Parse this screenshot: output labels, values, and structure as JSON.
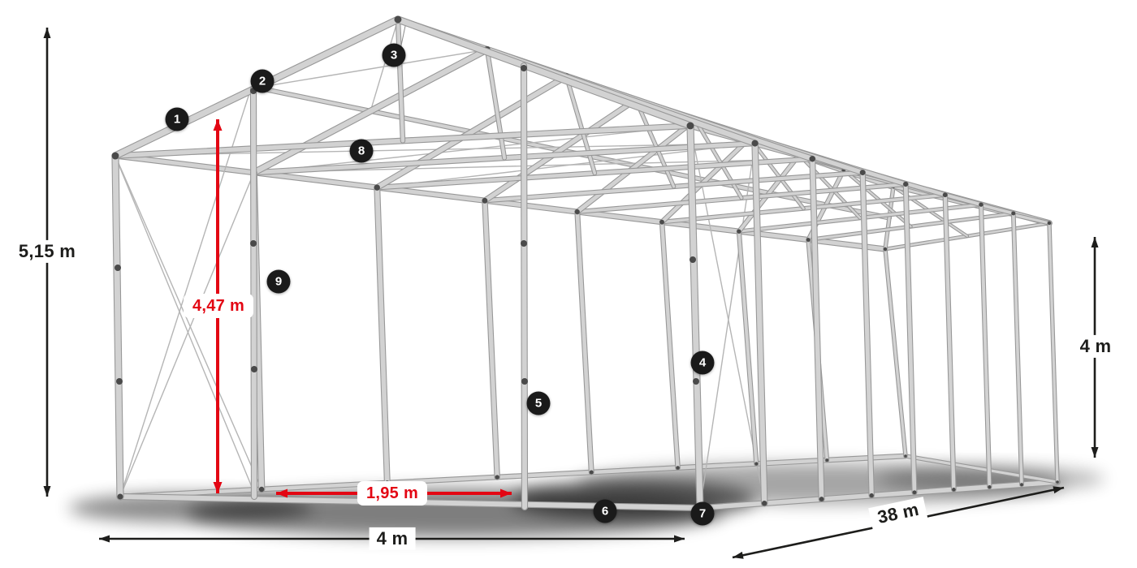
{
  "diagram": {
    "colors": {
      "dimension_ink": "#1d1d1b",
      "dimension_red": "#e30613",
      "tube_light": "#d2d2d2",
      "tube_dark": "#989898",
      "cable": "#b5b5b5",
      "joint": "#4a4a4a",
      "badge_bg": "#1a1a1a",
      "badge_text": "#ffffff"
    },
    "dimensions": {
      "total_height": "5,15 m",
      "entrance_height": "4,47 m",
      "entrance_width": "1,95 m",
      "width": "4 m",
      "length": "38 m",
      "side_height": "4 m"
    },
    "badges": [
      {
        "n": "1"
      },
      {
        "n": "2"
      },
      {
        "n": "3"
      },
      {
        "n": "4"
      },
      {
        "n": "5"
      },
      {
        "n": "6"
      },
      {
        "n": "7"
      },
      {
        "n": "8"
      },
      {
        "n": "9"
      }
    ]
  }
}
